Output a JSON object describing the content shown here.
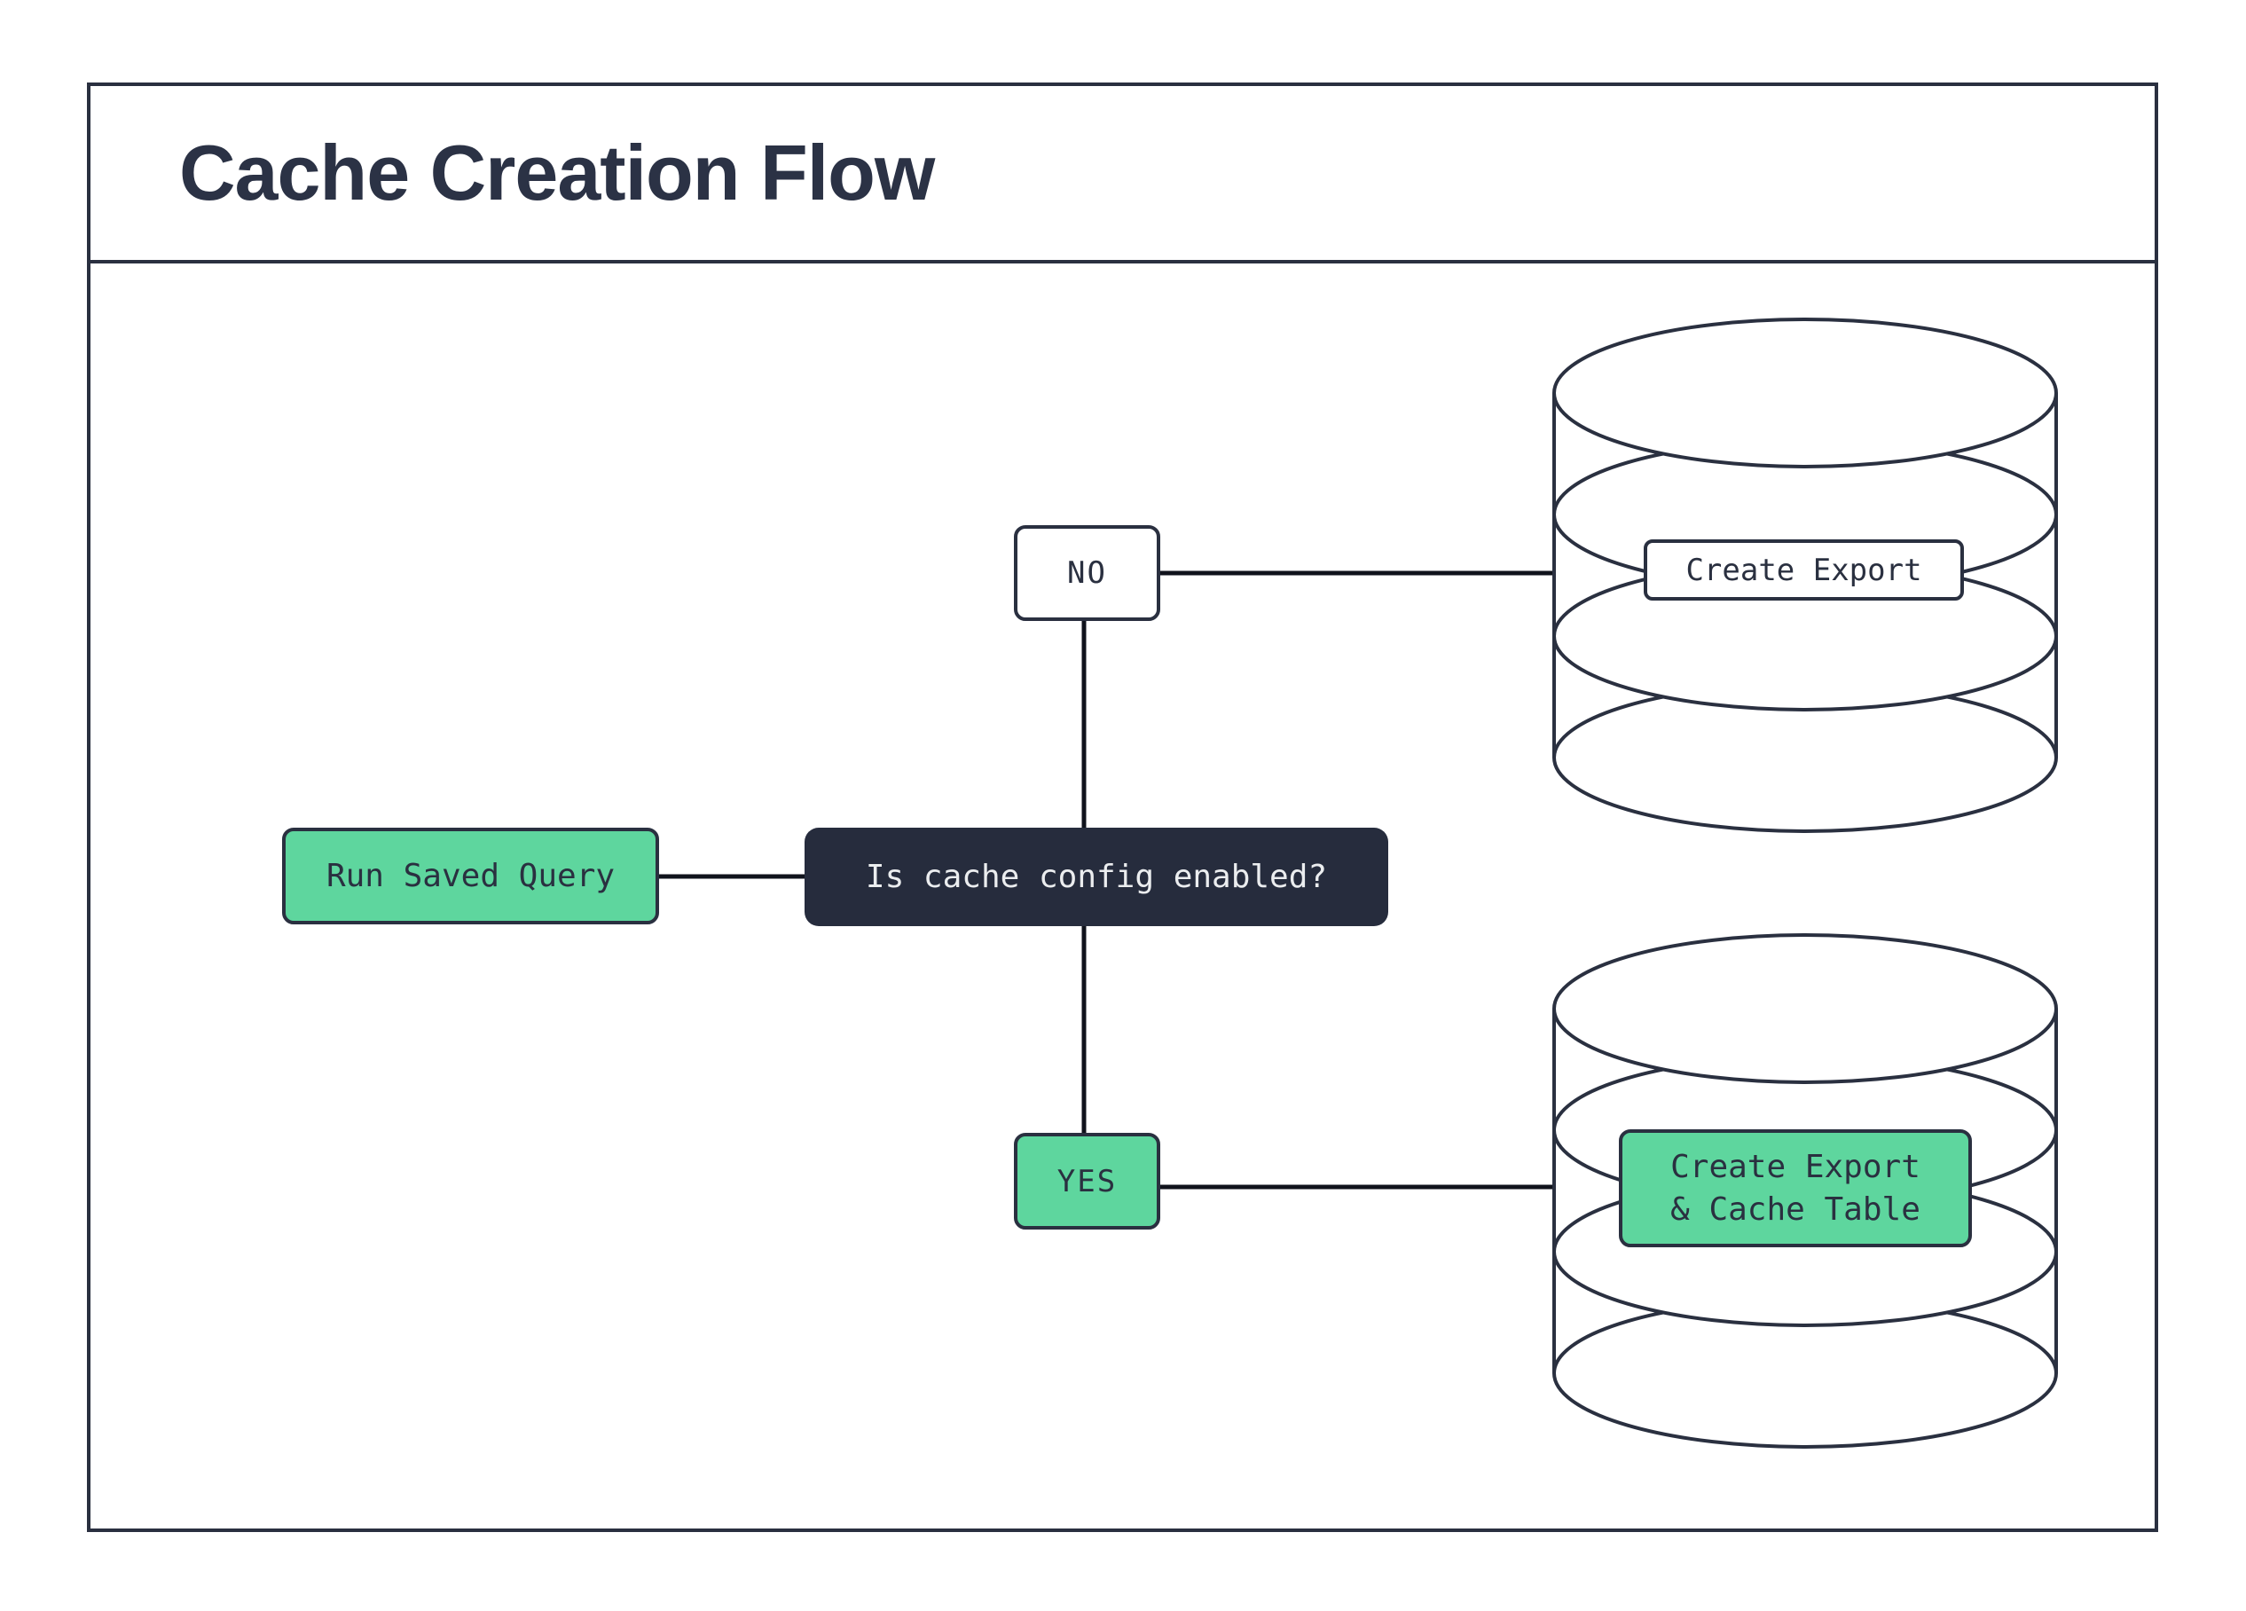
{
  "title": "Cache Creation Flow",
  "colors": {
    "navy_stroke": "#2a3040",
    "accent_green": "#5ed69e",
    "decision_bg": "#262c3d",
    "decision_text": "#ebedef",
    "connector": "#10131c",
    "background": "#ffffff"
  },
  "nodes": {
    "start": {
      "label": "Run Saved Query"
    },
    "decision": {
      "label": "Is cache config enabled?"
    },
    "no": {
      "label": "NO"
    },
    "yes": {
      "label": "YES"
    },
    "export": {
      "label": "Create Export"
    },
    "export_cache": {
      "line1": "Create Export",
      "line2": "& Cache Table"
    }
  },
  "icons": {
    "top_database": "database-icon",
    "bottom_database": "database-icon"
  }
}
